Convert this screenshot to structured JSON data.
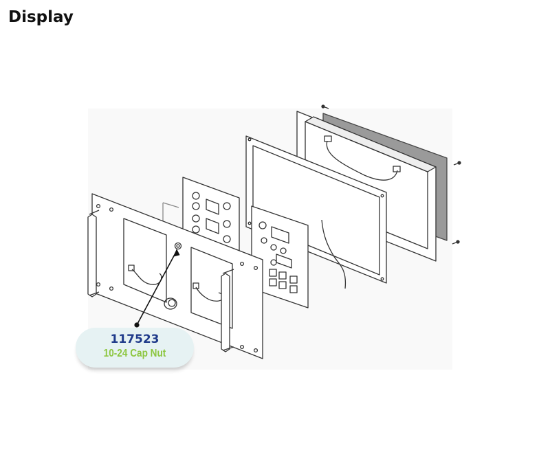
{
  "title": "Display",
  "callout": {
    "part_number": "117523",
    "description": "10-24 Cap Nut",
    "part_number_color": "#1f3a8a",
    "description_color": "#8cc63f"
  },
  "colors": {
    "line": "#333333",
    "callout_bg": "#e6f2f3",
    "pointer": "#111111"
  },
  "icons": [
    "screw-icon",
    "cap-nut-icon",
    "toggle-switch-icon",
    "handle-icon"
  ]
}
